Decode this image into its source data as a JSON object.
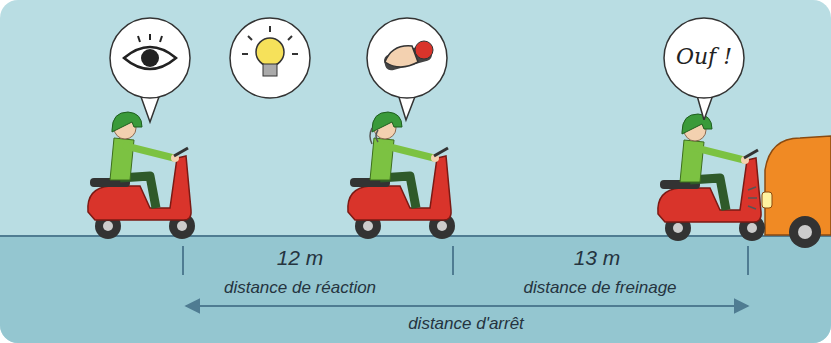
{
  "diagram": {
    "nodes": [
      {
        "text": [
          "Ouf !"
        ]
      }
    ],
    "labels": [
      "12 m",
      "13 m",
      "distance de réaction",
      "distance de freinage",
      "distance d'arrêt"
    ]
  }
}
